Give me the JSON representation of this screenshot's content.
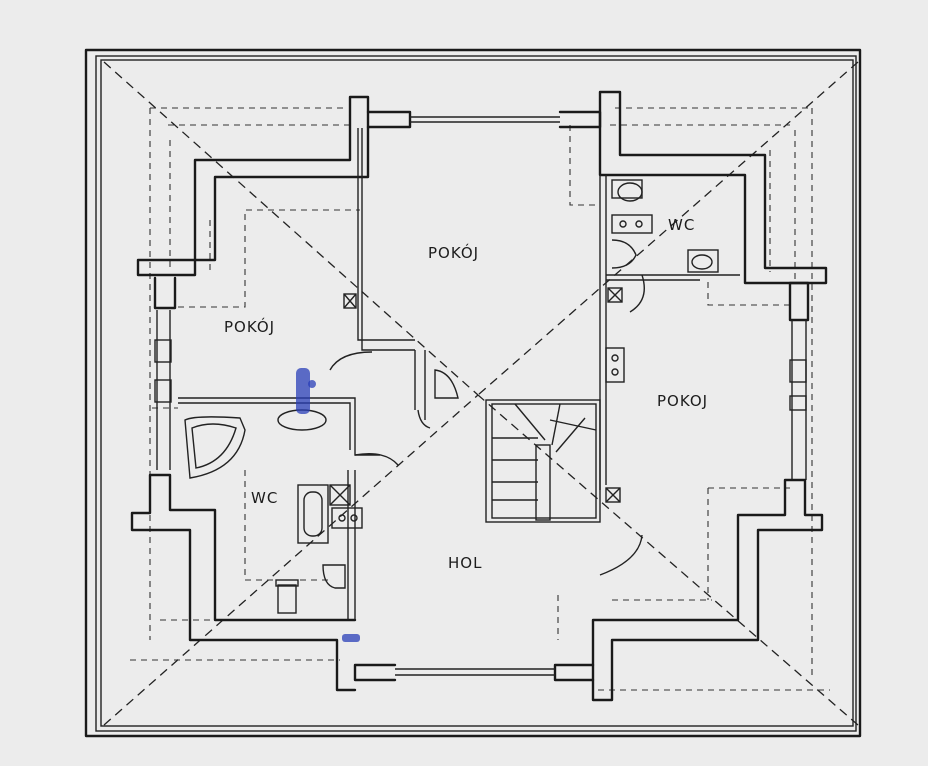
{
  "plan": {
    "rooms": {
      "top_center": "POKÓJ",
      "left": "POKÓJ",
      "right": "POKOJ",
      "wc_left": "WC",
      "wc_right": "WC",
      "hall": "HOL"
    },
    "colors": {
      "paper": "#ececec",
      "ink": "#1a1a1a",
      "pen_mark": "#2a3fb8"
    }
  }
}
